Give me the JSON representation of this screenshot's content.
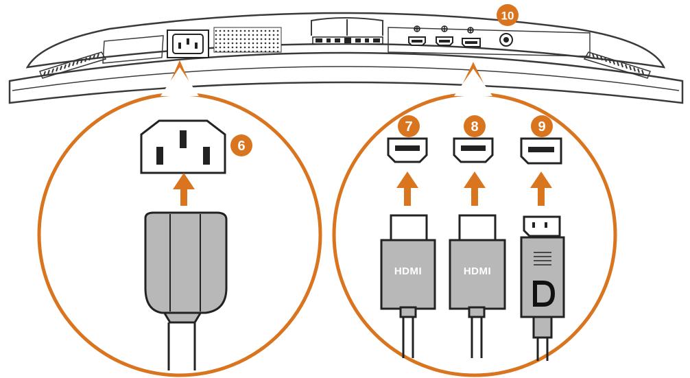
{
  "colors": {
    "accent": "#d9741f",
    "outline": "#3a3a3a",
    "port_fill": "#1a1a1a",
    "plug_fill": "#b8b8b8",
    "background": "#ffffff"
  },
  "callouts": {
    "power_port": "6",
    "hdmi_port_1": "7",
    "hdmi_port_2": "8",
    "displayport_port": "9",
    "audio_port": "10"
  },
  "connector_logos": {
    "hdmi_1": "HDMI",
    "hdmi_2": "HDMI",
    "displayport": "D"
  },
  "icons": {
    "power_socket": "ac-power-socket-icon",
    "power_plug": "ac-power-plug-icon",
    "hdmi_socket": "hdmi-port-icon",
    "hdmi_plug": "hdmi-cable-icon",
    "dp_socket": "displayport-port-icon",
    "dp_plug": "displayport-cable-icon",
    "audio_jack": "audio-jack-icon",
    "arrow": "arrow-up-icon"
  }
}
